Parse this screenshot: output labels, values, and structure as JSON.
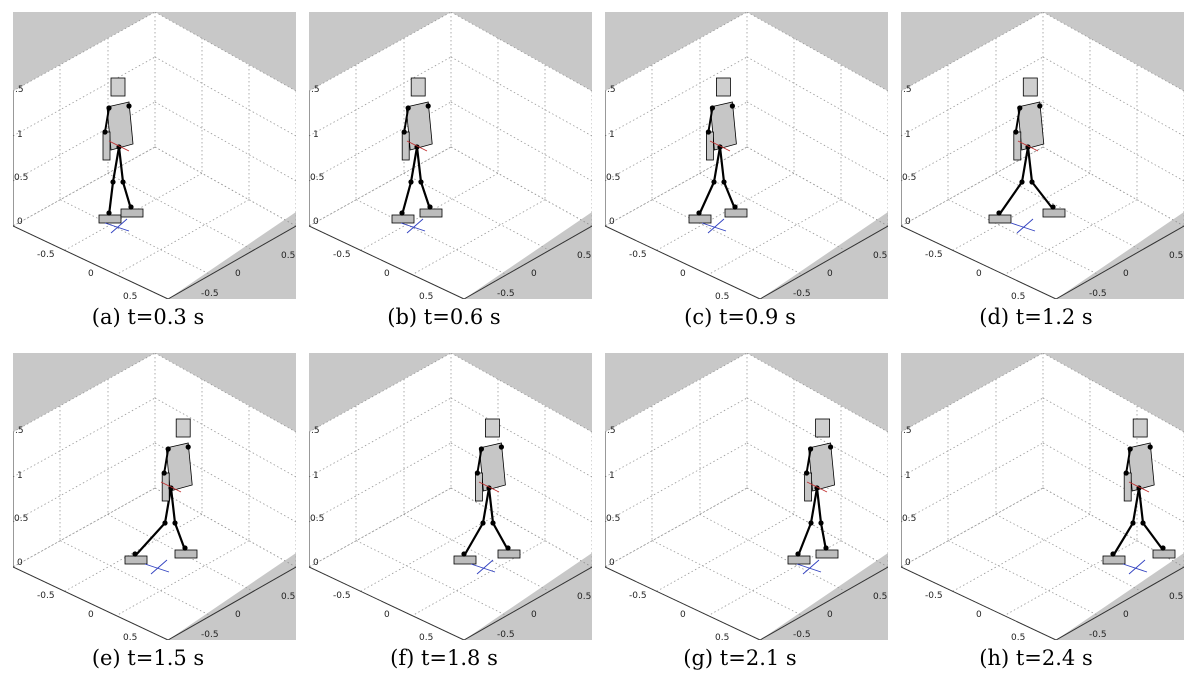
{
  "figure": {
    "axis_ticks": {
      "z": [
        ".5",
        "1",
        "0.5",
        "0"
      ],
      "x": [
        "-0.5",
        "0",
        "0.5"
      ],
      "y": [
        "0",
        "0.5",
        "-0.5"
      ]
    },
    "panels": [
      {
        "caption": "(a) t=0.3 s",
        "time_s": 0.3
      },
      {
        "caption": "(b) t=0.6 s",
        "time_s": 0.6
      },
      {
        "caption": "(c) t=0.9 s",
        "time_s": 0.9
      },
      {
        "caption": "(d) t=1.2 s",
        "time_s": 1.2
      },
      {
        "caption": "(e) t=1.5 s",
        "time_s": 1.5
      },
      {
        "caption": "(f) t=1.8 s",
        "time_s": 1.8
      },
      {
        "caption": "(g) t=2.1 s",
        "time_s": 2.1
      },
      {
        "caption": "(h) t=2.4 s",
        "time_s": 2.4
      }
    ]
  }
}
